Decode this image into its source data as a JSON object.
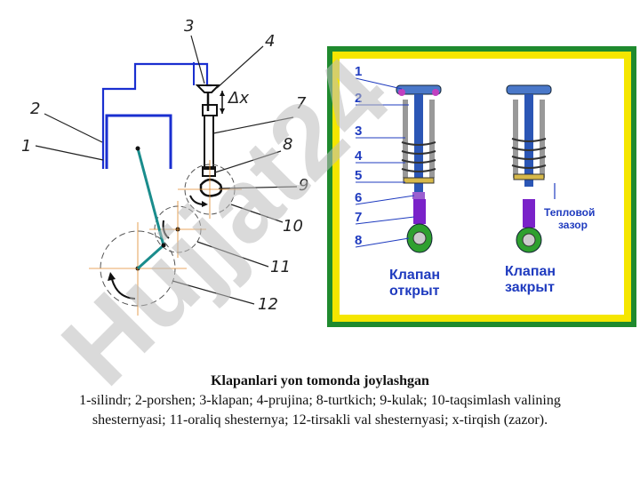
{
  "left_diagram": {
    "labels": [
      "1",
      "2",
      "3",
      "4",
      "7",
      "8",
      "9",
      "10",
      "11",
      "12"
    ],
    "delta_label": "Δx"
  },
  "right_panel": {
    "labels": [
      "1",
      "2",
      "3",
      "4",
      "5",
      "6",
      "7",
      "8"
    ],
    "open_caption": [
      "Клапан",
      "открыт"
    ],
    "closed_caption": [
      "Клапан",
      "закрыт"
    ],
    "gap_caption": [
      "Тепловой",
      "зазор"
    ]
  },
  "watermark": "Hujjat24",
  "caption": {
    "title": "Klapanlari yon tomonda joylashgan",
    "lines": [
      "1-silindr; 2-porshen; 3-klapan; 4-prujina; 8-turtkich; 9-kulak; 10-taqsimlash valining",
      "shesternyasi; 11-oraliq shesternya; 12-tirsakli val shesternyasi; x-tirqish (zazor)."
    ]
  }
}
